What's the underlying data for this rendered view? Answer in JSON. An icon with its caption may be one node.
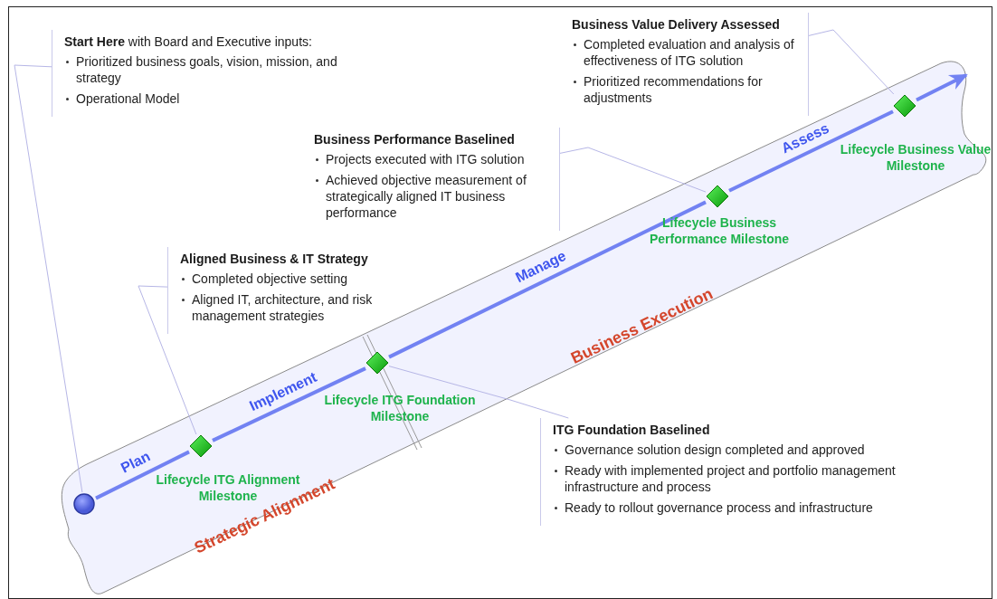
{
  "diagram": {
    "nodes": [
      {
        "text": [
          "**Start Here** with Board and Executive inputs:",
          "Prioritized business goals, vision, mission, and strategy",
          "Operational Model"
        ]
      },
      {
        "text": [
          "Business Value Delivery Assessed",
          "Completed evaluation and analysis of effectiveness of ITG solution",
          "Prioritized recommendations  for adjustments"
        ]
      },
      {
        "text": [
          "Business Performance Baselined",
          "Projects executed with ITG solution",
          "Achieved objective measurement of strategically aligned IT business performance"
        ]
      },
      {
        "text": [
          "Aligned Business & IT Strategy",
          "Completed objective setting",
          "Aligned IT, architecture, and risk management strategies"
        ]
      },
      {
        "text": [
          "ITG Foundation Baselined",
          "Governance solution design completed and approved",
          "Ready with implemented project and portfolio management infrastructure and process",
          "Ready to rollout governance process and infrastructure"
        ]
      },
      {
        "text": [],
        "shape": "circle"
      },
      {
        "text": [],
        "shape": "diamond",
        "beside": [
          "Lifecycle ITG Alignment Milestone"
        ]
      },
      {
        "text": [],
        "shape": "diamond",
        "beside": [
          "Lifecycle ITG Foundation Milestone"
        ]
      },
      {
        "text": [],
        "shape": "diamond",
        "beside": [
          "Lifecycle Business Performance Milestone"
        ]
      },
      {
        "text": [],
        "shape": "diamond",
        "beside": [
          "Lifecycle Business Value Milestone"
        ]
      }
    ],
    "edges": [
      {
        "from": 5,
        "to": 6,
        "arrow": "none",
        "label": "Plan",
        "style": "thick",
        "color": "#7282f2"
      },
      {
        "from": 6,
        "to": 7,
        "arrow": "none",
        "label": "Implement",
        "style": "thick",
        "color": "#7282f2"
      },
      {
        "from": 7,
        "to": 8,
        "arrow": "none",
        "label": "Manage",
        "style": "thick",
        "color": "#7282f2"
      },
      {
        "from": 8,
        "to": 9,
        "arrow": "none",
        "label": "Assess",
        "style": "thick",
        "color": "#7282f2"
      },
      {
        "from": 9,
        "to": null,
        "arrow": "to",
        "style": "thick",
        "color": "#7282f2"
      },
      {
        "from": 0,
        "to": 5,
        "arrow": "none"
      },
      {
        "from": 3,
        "to": 6,
        "arrow": "none"
      },
      {
        "from": 4,
        "to": 7,
        "arrow": "none"
      },
      {
        "from": 2,
        "to": 8,
        "arrow": "none"
      },
      {
        "from": 1,
        "to": 9,
        "arrow": "none"
      }
    ],
    "labels": [
      "Strategic Alignment",
      "Business Execution"
    ]
  }
}
